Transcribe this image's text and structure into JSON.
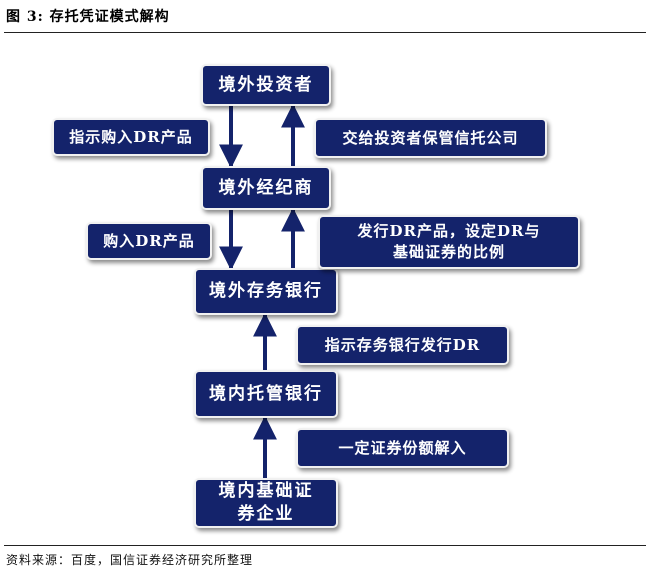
{
  "figure": {
    "title": "图 3: 存托凭证模式解构",
    "source": "资料来源：百度，国信证券经济研究所整理"
  },
  "nodes": {
    "overseas_investor": "境外投资者",
    "overseas_broker": "境外经纪商",
    "overseas_depositary_bank": "境外存务银行",
    "domestic_custodian_bank": "境内托管银行",
    "domestic_issuer": "境内基础证券企业"
  },
  "labels": {
    "instruct_buy_dr": "指示购入DR产品",
    "hand_over_custody": "交给投资者保管信托公司",
    "buy_dr": "购入DR产品",
    "issue_dr_set_ratio": "发行DR产品，设定DR与基础证券的比例",
    "instruct_bank_issue_dr": "指示存务银行发行DR",
    "deposit_shares": "一定证券份额解入"
  },
  "colors": {
    "box_fill": "#14236b",
    "box_text": "#ffffff",
    "arrow": "#14236b"
  }
}
